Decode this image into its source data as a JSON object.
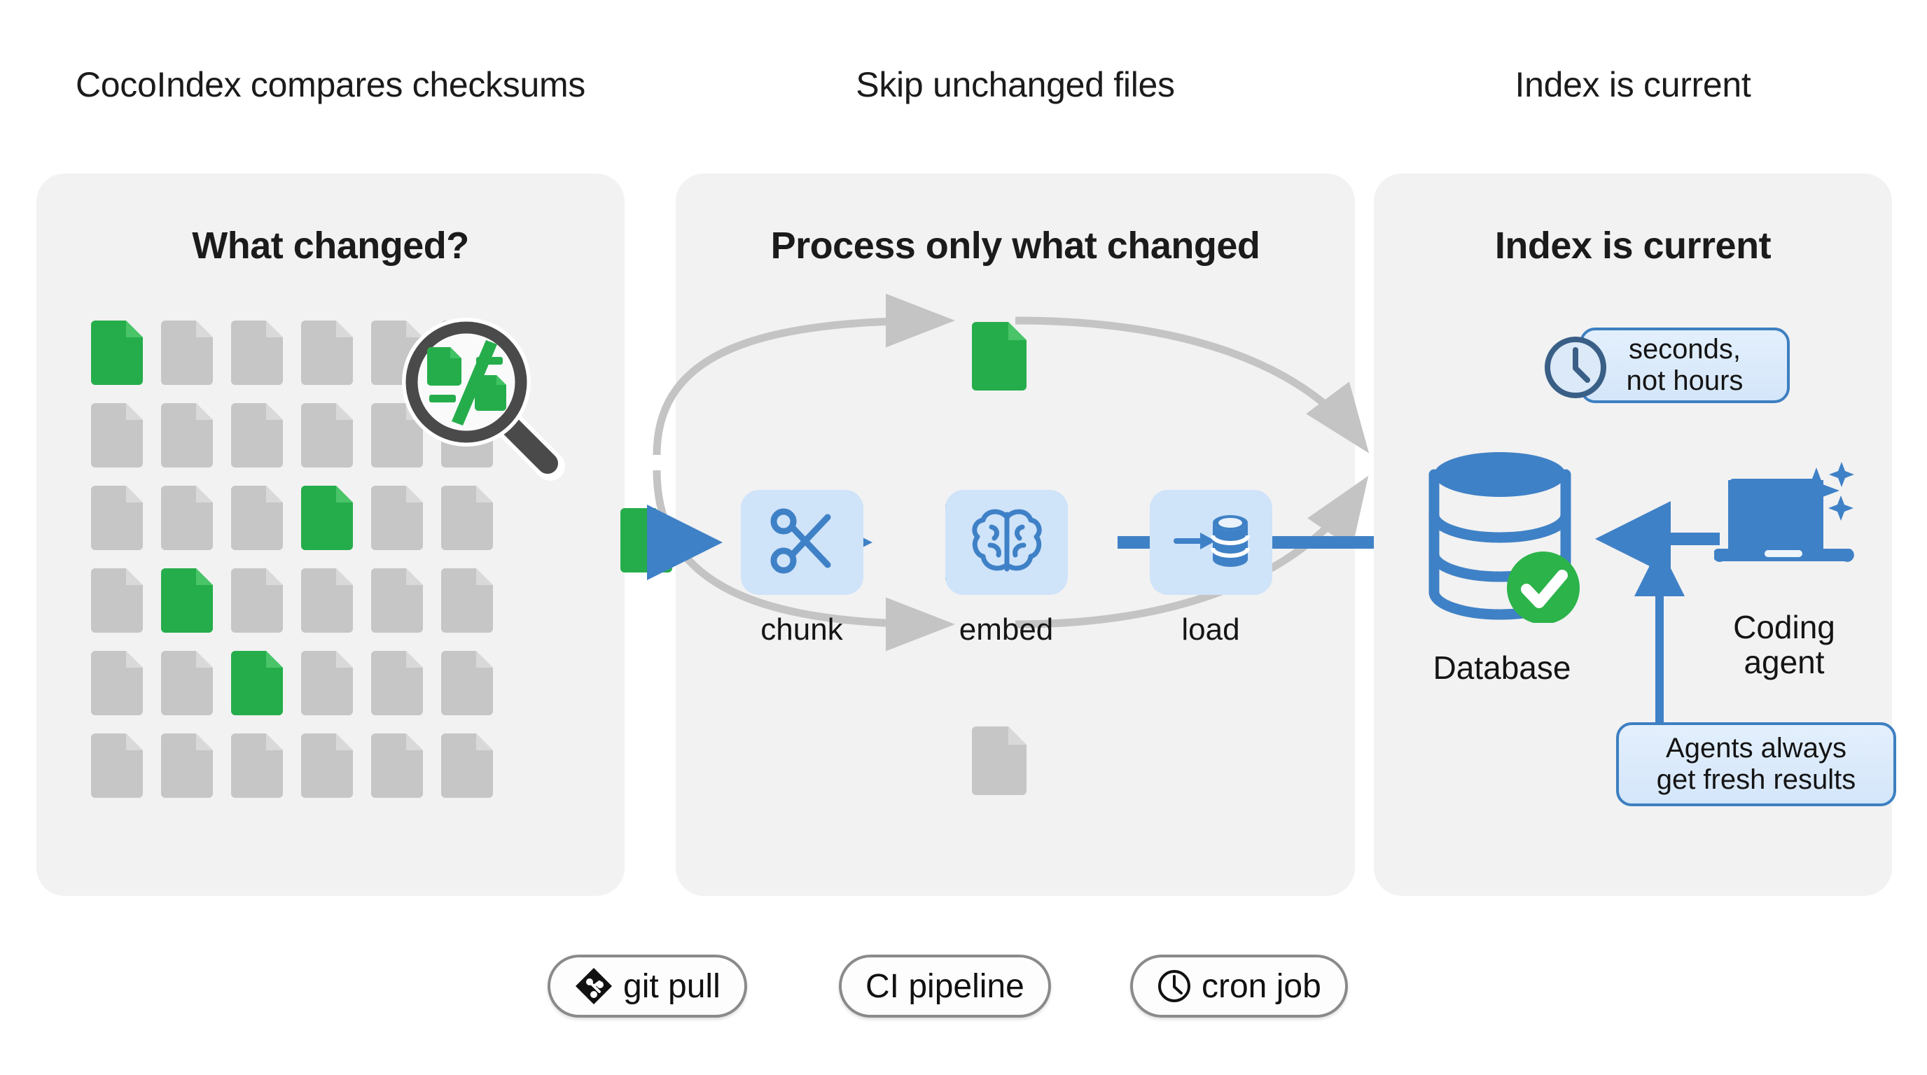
{
  "columns": [
    {
      "caption": "CocoIndex compares checksums"
    },
    {
      "caption": "Skip unchanged files"
    },
    {
      "caption": "Index is current"
    }
  ],
  "panels": {
    "left": {
      "title": "What changed?"
    },
    "middle": {
      "title": "Process only what changed"
    },
    "right": {
      "title": "Index is current"
    }
  },
  "file_grid": {
    "rows": 6,
    "cols": 6,
    "changed_cells": [
      [
        0,
        0
      ],
      [
        2,
        3
      ],
      [
        3,
        1
      ],
      [
        4,
        2
      ]
    ],
    "changed_color": "#26ad4b",
    "unchanged_color": "#c6c6c6"
  },
  "magnifier": {
    "icon": "magnifier-diff-icon"
  },
  "pipeline": {
    "input_file_state": "changed",
    "steps": [
      {
        "label": "chunk",
        "icon": "scissors-icon"
      },
      {
        "label": "embed",
        "icon": "brain-icon"
      },
      {
        "label": "load",
        "icon": "database-load-icon"
      }
    ],
    "bypass_top": {
      "file_state": "changed",
      "icon": "file-icon"
    },
    "bypass_bottom": {
      "file_state": "unchanged",
      "icon": "file-icon"
    },
    "arrow_color": "#3f81c6",
    "bypass_arrow_color": "#c4c4c4"
  },
  "result": {
    "database": {
      "label": "Database",
      "icon": "database-icon",
      "badge_icon": "check-badge-icon",
      "badge_color": "#2cb34a",
      "color": "#3f81c6"
    },
    "agent": {
      "label": "Coding\nagent",
      "icon": "laptop-code-sparkle-icon",
      "color": "#3f81c6"
    },
    "callout_speed": {
      "lines": [
        "seconds,",
        "not hours"
      ],
      "icon": "clock-icon"
    },
    "callout_fresh": {
      "lines": [
        "Agents always",
        "get fresh results"
      ]
    }
  },
  "triggers": [
    {
      "label": "git pull",
      "icon": "git-icon"
    },
    {
      "label": "CI pipeline",
      "icon": "none"
    },
    {
      "label": "cron job",
      "icon": "clock-icon"
    }
  ],
  "colors": {
    "panel_bg": "#f2f2f2",
    "accent_blue": "#3f81c6",
    "tile_blue": "#cfe3f9",
    "green": "#26ad4b",
    "gray": "#c6c6c6",
    "callout_border": "#3d7fc1"
  }
}
